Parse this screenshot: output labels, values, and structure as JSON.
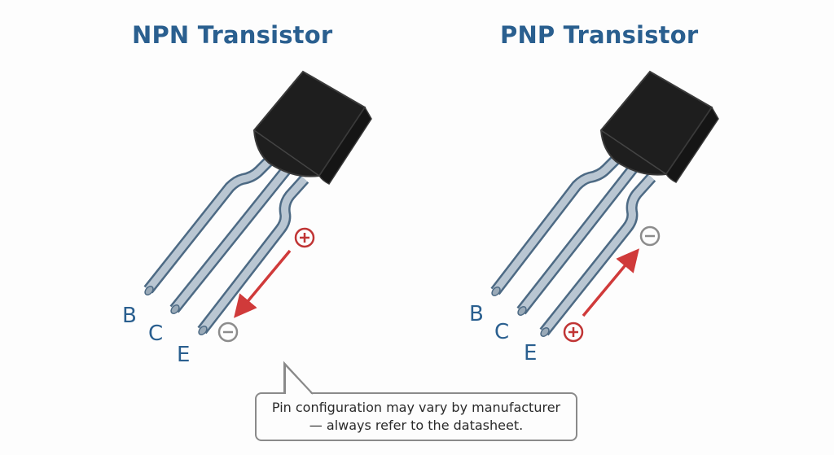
{
  "titles": {
    "npn": "NPN Transistor",
    "pnp": "PNP Transistor"
  },
  "npn": {
    "pins": [
      "B",
      "C",
      "E"
    ],
    "emitter_top_polarity": "+",
    "emitter_bottom_polarity": "−",
    "arrow_direction": "down-left (out of emitter)"
  },
  "pnp": {
    "pins": [
      "B",
      "C",
      "E"
    ],
    "emitter_top_polarity": "−",
    "emitter_bottom_polarity": "+",
    "arrow_direction": "up-right (into emitter)"
  },
  "callout": {
    "line1": "Pin configuration may vary by manufacturer",
    "line2": "— always refer to the datasheet."
  },
  "colors": {
    "title": "#2a5f8f",
    "arrow": "#d03a3a",
    "positive": "#c03434",
    "negative": "#8c8c8c",
    "body": "#1f1f1f",
    "lead_fill": "#b9c6d2",
    "lead_edge": "#4d6a84"
  }
}
